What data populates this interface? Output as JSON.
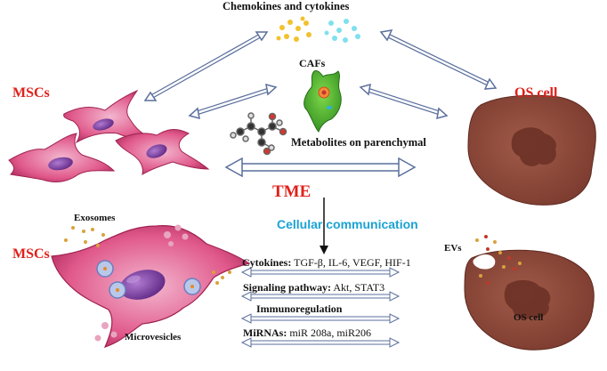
{
  "labels": {
    "chemokines": "Chemokines and cytokines",
    "mscs_top": "MSCs",
    "os_cell_top": "OS cell",
    "cafs": "CAFs",
    "metabolites": "Metabolites on parenchymal",
    "tme": "TME",
    "cellular_communication": "Cellular communication",
    "exosomes": "Exosomes",
    "mscs_bottom": "MSCs",
    "microvesicles": "Microvesicles",
    "evs": "EVs",
    "os_cell_bottom": "OS cell"
  },
  "communication_rows": [
    {
      "key": "Cytokines:",
      "value": "TGF-β, IL-6, VEGF, HIF-1"
    },
    {
      "key": "Signaling pathway:",
      "value": "Akt, STAT3"
    },
    {
      "key": "Immunoregulation",
      "value": ""
    },
    {
      "key": "MiRNAs:",
      "value": "miR 208a, miR206"
    }
  ],
  "colors": {
    "label_red": "#e0201b",
    "label_blue": "#1aa3d4",
    "arrow_stroke": "#5a6f9c",
    "arrow_fill": "#ffffff",
    "msc_fill": "#e05a8c",
    "os_fill": "#8a4a3c",
    "caf_fill": "#4caf2a"
  }
}
